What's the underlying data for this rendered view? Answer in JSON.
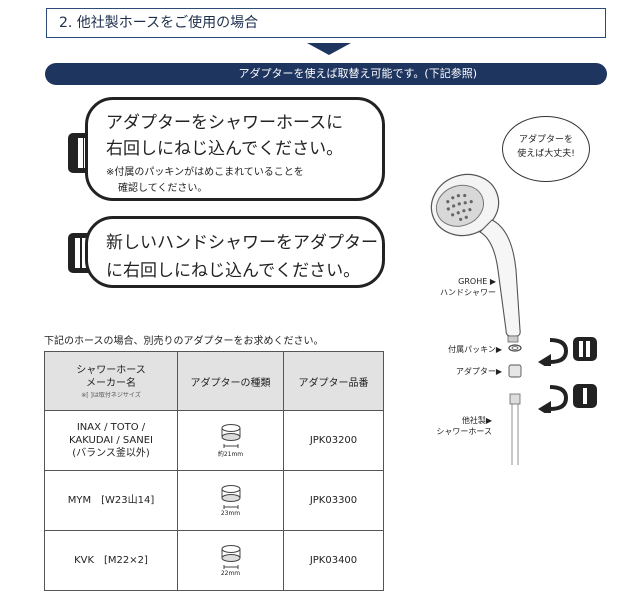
{
  "section": {
    "title": "2. 他社製ホースをご使用の場合"
  },
  "banner": {
    "text": "アダプターを使えば取替え可能です。(下記参照)"
  },
  "steps": [
    {
      "badge": "II",
      "line1": "アダプターをシャワーホースに",
      "line2": "右回しにねじ込んでください。",
      "note1": "※付属のパッキンがはめこまれていることを",
      "note2": "確認してください。"
    },
    {
      "badge": "II",
      "line1": "新しいハンドシャワーをアダプター",
      "line2": "に右回しにねじ込んでください。"
    }
  ],
  "intro": "下記のホースの場合、別売りのアダプターをお求めください。",
  "table": {
    "headers": {
      "maker_line1": "シャワーホース",
      "maker_line2": "メーカー名",
      "maker_note": "※[ ]は取付ネジサイズ",
      "adapter_type": "アダプターの種類",
      "part_no": "アダプター品番"
    },
    "rows": [
      {
        "maker": [
          "INAX / TOTO /",
          "KAKUDAI / SANEI",
          "(バランス釜以外)"
        ],
        "size": "約21mm",
        "part": "JPK03200"
      },
      {
        "maker": [
          "MYM　[W23山14]"
        ],
        "size": "23mm",
        "part": "JPK03300"
      },
      {
        "maker": [
          "KVK　[M22×2]"
        ],
        "size": "22mm",
        "part": "JPK03400"
      }
    ]
  },
  "illustration": {
    "bubble_line1": "アダプターを",
    "bubble_line2": "使えば大丈夫!",
    "grohe_line1": "GROHE ▶",
    "grohe_line2": "ハンドシャワー",
    "packing": "付属パッキン▶",
    "adapter": "アダプター▶",
    "hose_line1": "他社製▶",
    "hose_line2": "シャワーホース",
    "step_badge_top": "II",
    "step_badge_bottom": "I"
  }
}
